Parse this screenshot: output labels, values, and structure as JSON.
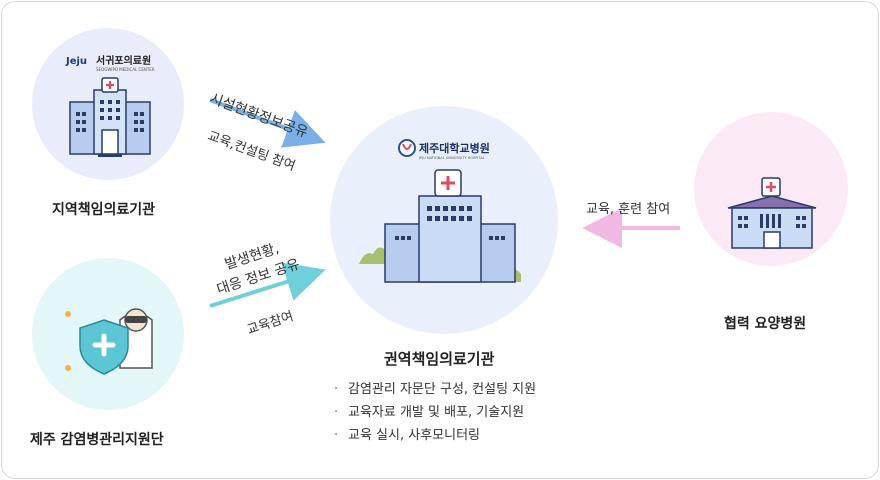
{
  "nodes": {
    "regional_hospital": {
      "label": "지역책임의료기관",
      "logo_brand": "Jeju",
      "logo_name": "서귀포의료원",
      "logo_sub": "SEOGWIPO MEDICAL CENTER"
    },
    "infection_team": {
      "label": "제주 감염병관리지원단"
    },
    "central": {
      "label": "권역책임의료기관",
      "logo_name": "제주대학교병원",
      "logo_sub": "JEJU NATIONAL UNIVERSITY HOSPITAL",
      "bullets": [
        "감염관리 자문단 구성, 컨설팅 지원",
        "교육자료 개발 및 배포, 기술지원",
        "교육 실시, 사후모니터링"
      ]
    },
    "partner": {
      "label": "협력 요양병원"
    }
  },
  "arrows": {
    "top": {
      "label_above": "시설현황정보공유",
      "label_below": "교육,컨설팅 참여",
      "color": "#7ab0e8"
    },
    "bottom": {
      "label_above_1": "발생현황,",
      "label_above_2": "대응 정보 공유",
      "label_below": "교육참여",
      "color": "#6fd0dc"
    },
    "right": {
      "label": "교육, 훈련 참여",
      "color": "#f2b8e4"
    }
  },
  "colors": {
    "region_circle": "#e9ecfb",
    "jeju_circle": "#e3f6f8",
    "center_circle": "#e9f0fc",
    "partner_circle": "#fbeaf6",
    "building_blue": "#b7cdf0",
    "roof_purple": "#8a6fb0"
  }
}
